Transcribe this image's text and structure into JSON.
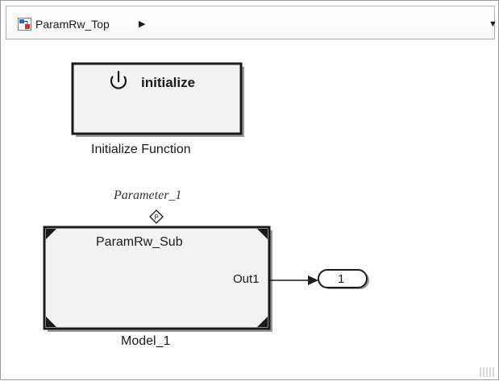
{
  "breadcrumb": {
    "model_name": "ParamRw_Top",
    "icon": "model-icon",
    "expand_icon": "chevron-right-icon",
    "dropdown_icon": "caret-down-icon"
  },
  "canvas": {
    "initialize_block": {
      "icon": "power-icon",
      "label": "initialize",
      "caption": "Initialize Function"
    },
    "model_block": {
      "parameter_label": "Parameter_1",
      "parameter_port_glyph": "P",
      "name": "ParamRw_Sub",
      "out_port_label": "Out1",
      "caption": "Model_1"
    },
    "outport": {
      "number": "1"
    }
  },
  "colors": {
    "block_fill": "#f2f2f2",
    "block_border": "#1a1a1a",
    "shadow": "#9a9a9a",
    "icon_red": "#d32f2f",
    "icon_blue": "#2b6cb0"
  }
}
